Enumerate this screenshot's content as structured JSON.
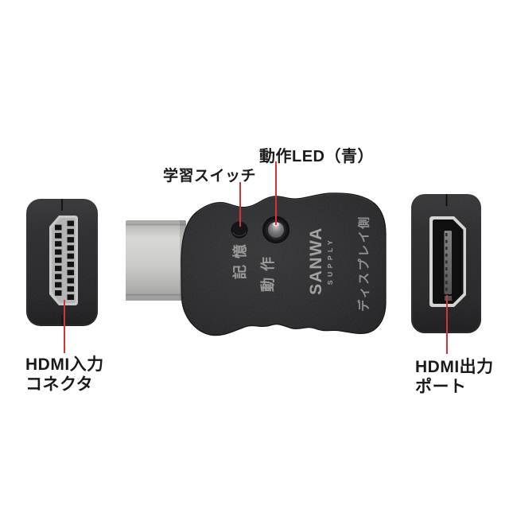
{
  "image": {
    "background": "#ffffff",
    "leader_line_color": "#d43434",
    "label_text_color": "#1a1a1a",
    "body_color": "#242426",
    "metal_color": "#cbcbc9"
  },
  "callouts": {
    "led_label": "動作LED（青）",
    "switch_label": "学習スイッチ",
    "input_line1": "HDMI入力",
    "input_line2": "コネクタ",
    "output_line1": "HDMI出力",
    "output_line2": "ポート"
  },
  "device_markings": {
    "memory_button": "記憶",
    "operation_led": "動作",
    "brand": "SANWA",
    "brand_sub": "SUPPLY",
    "display_side": "ディスプレイ側"
  }
}
